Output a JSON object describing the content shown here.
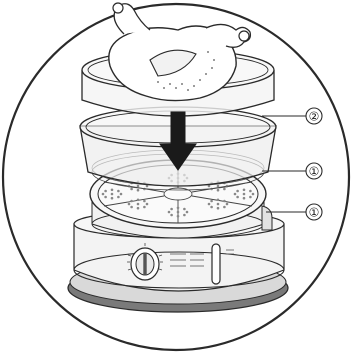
{
  "callouts": [
    {
      "id": "bowl",
      "label": "②"
    },
    {
      "id": "basket",
      "label": "①"
    },
    {
      "id": "ring",
      "label": "①"
    }
  ],
  "icons": [
    "chicken-icon",
    "down-arrow-icon",
    "timer-dial-icon"
  ],
  "colors": {
    "outline": "#2a2a2a",
    "arrow": "#1a1a1a",
    "bowl_tint": "#e9e9e9",
    "base_band": "#7a7a7a"
  }
}
